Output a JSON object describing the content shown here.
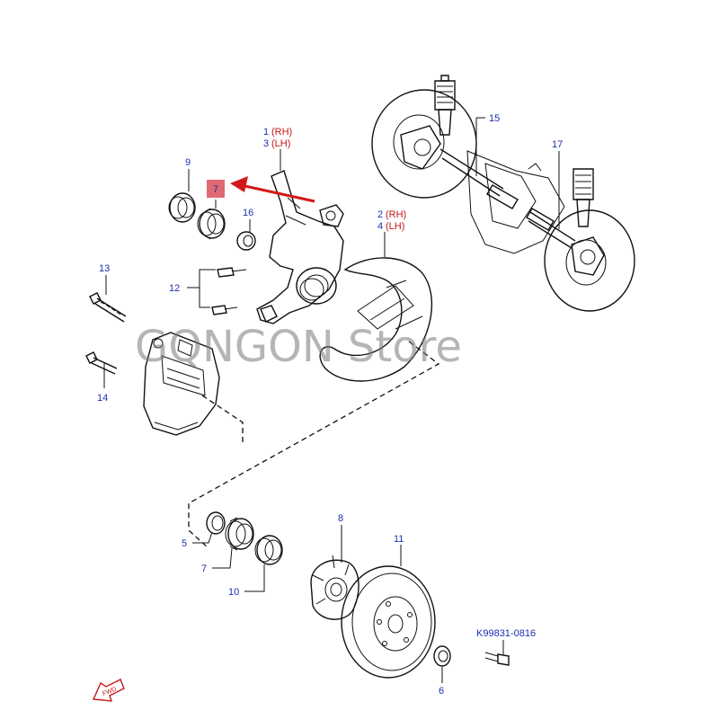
{
  "watermark": "GQNGON Store",
  "callouts": {
    "c1": "1",
    "c1_side": "(RH)",
    "c3": "3",
    "c3_side": "(LH)",
    "c2": "2",
    "c2_side": "(RH)",
    "c4": "4",
    "c4_side": "(LH)",
    "c5": "5",
    "c6": "6",
    "c7_highlight": "7",
    "c7_lower": "7",
    "c8": "8",
    "c9": "9",
    "c10": "10",
    "c11": "11",
    "c12": "12",
    "c13": "13",
    "c14": "14",
    "c15": "15",
    "c16": "16",
    "c17": "17",
    "bolt_code": "K99831-0816",
    "fwd": "FWD"
  },
  "colors": {
    "label_blue": "#1a2fb0",
    "label_red": "#c41818",
    "highlight_box": "#e06a72",
    "arrow_red": "#d11a1a"
  }
}
